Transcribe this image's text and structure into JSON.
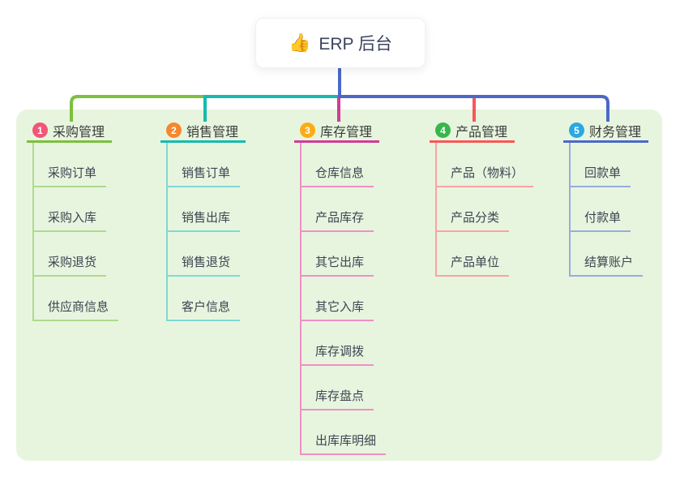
{
  "root": {
    "emoji": "👍",
    "emoji_name": "thumbs-up-emoji",
    "label": "ERP 后台",
    "text_color": "#3c445e",
    "connector_color": "#4b68c8"
  },
  "panel": {
    "background": "#e7f5df"
  },
  "branches": [
    {
      "num": "1",
      "label": "采购管理",
      "badge_color": "#f25677",
      "line_color": "#7dbf3f",
      "child_line_color": "#b0da8c",
      "children": [
        "采购订单",
        "采购入库",
        "采购退货",
        "供应商信息"
      ]
    },
    {
      "num": "2",
      "label": "销售管理",
      "badge_color": "#f6872e",
      "line_color": "#16bab0",
      "child_line_color": "#7fd9d2",
      "children": [
        "销售订单",
        "销售出库",
        "销售退货",
        "客户信息"
      ]
    },
    {
      "num": "3",
      "label": "库存管理",
      "badge_color": "#fcac16",
      "line_color": "#d13c97",
      "child_line_color": "#f090c5",
      "children": [
        "仓库信息",
        "产品库存",
        "其它出库",
        "其它入库",
        "库存调拨",
        "库存盘点",
        "出库库明细"
      ]
    },
    {
      "num": "4",
      "label": "产品管理",
      "badge_color": "#3ab54a",
      "line_color": "#f95659",
      "child_line_color": "#faa3a4",
      "children": [
        "产品（物料）",
        "产品分类",
        "产品单位"
      ]
    },
    {
      "num": "5",
      "label": "财务管理",
      "badge_color": "#28a9e2",
      "line_color": "#4b68c8",
      "child_line_color": "#97acde",
      "children": [
        "回款单",
        "付款单",
        "结算账户"
      ]
    }
  ]
}
